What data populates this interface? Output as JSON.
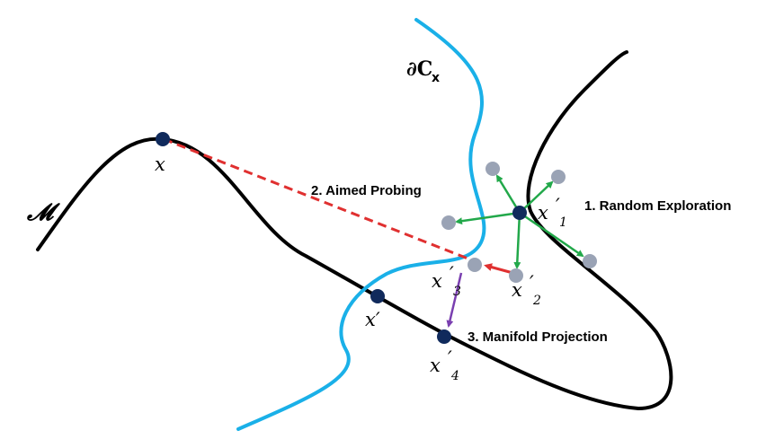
{
  "labels": {
    "step1": "1. Random Exploration",
    "step2": "2. Aimed Probing",
    "step3": "3. Manifold Projection",
    "manifold": "𝓜",
    "boundary": "∂C",
    "boundary_sub": "x",
    "x": "x",
    "x_prime": "x′",
    "x1": "x",
    "x1_prime": "′",
    "x1_sub": "1",
    "x2": "x",
    "x2_prime": "′",
    "x2_sub": "2",
    "x3": "x",
    "x3_prime": "′",
    "x3_sub": "3",
    "x4": "x",
    "x4_prime": "′",
    "x4_sub": "4"
  },
  "colors": {
    "manifold": "#000000",
    "boundary": "#1ab0e8",
    "anchor_point": "#102a5c",
    "candidate_point": "#9aa3b5",
    "exploration_arrow": "#22a84a",
    "probing_line": "#e03030",
    "projection_arrow": "#7a3fb0"
  }
}
